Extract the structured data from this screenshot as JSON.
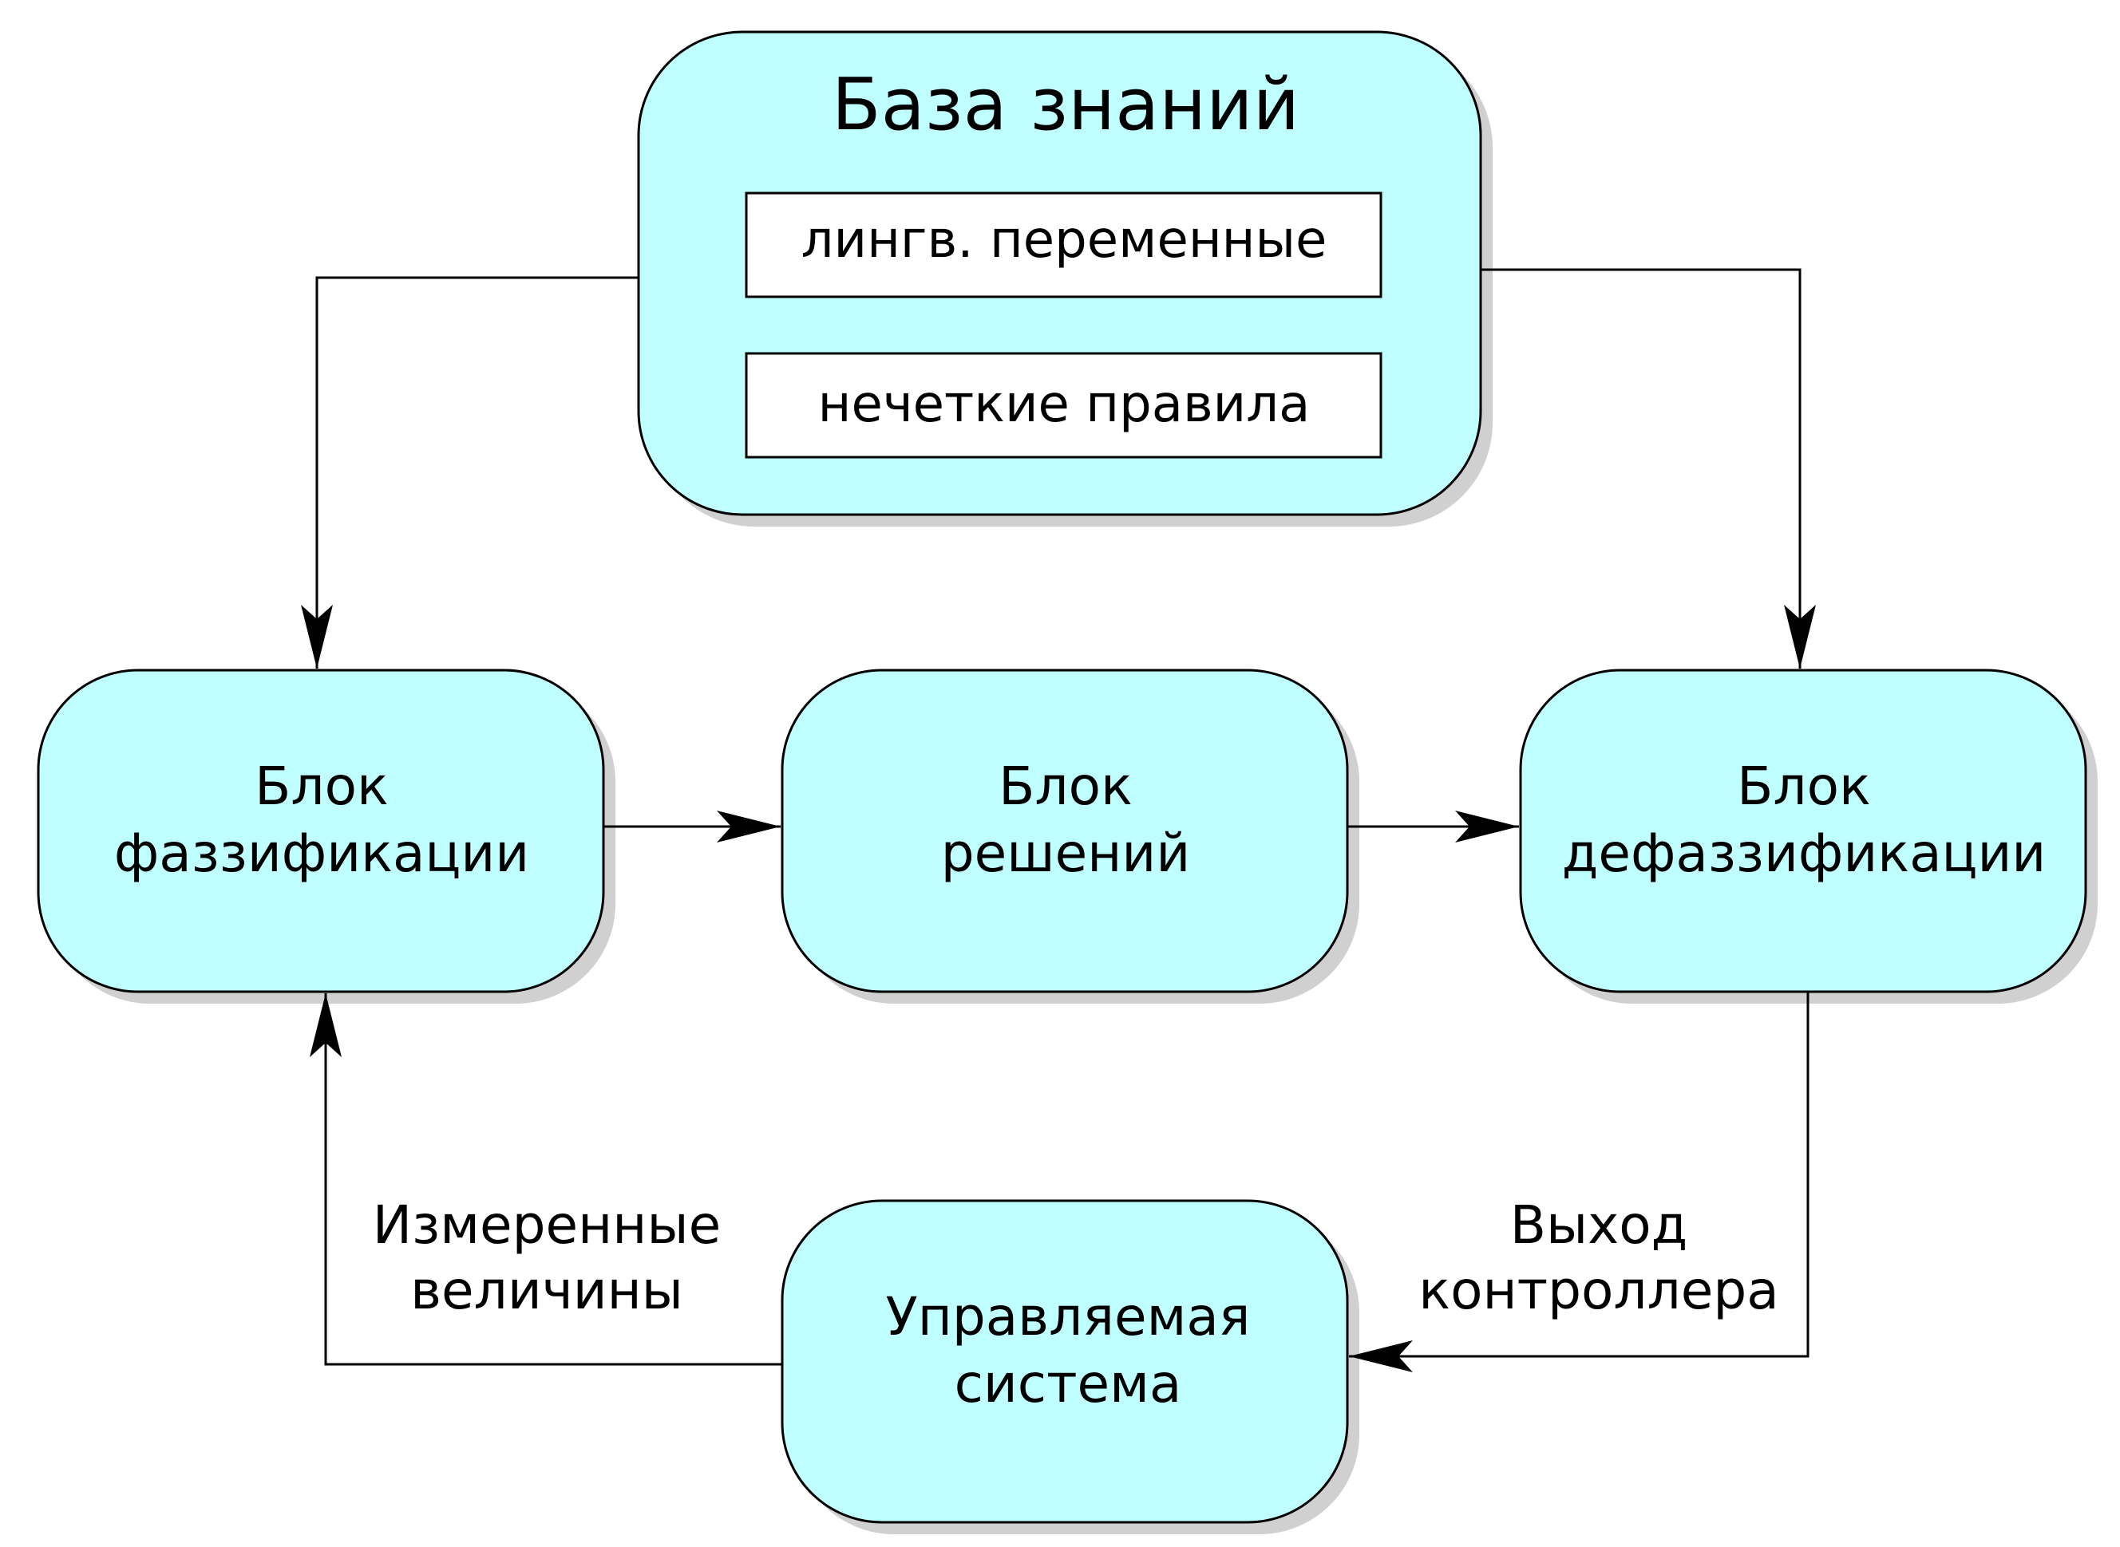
{
  "colors": {
    "node_fill": "#c0ffff",
    "inner_fill": "#ffffff",
    "stroke": "#000000",
    "shadow": "#d0d0d0"
  },
  "knowledge_base": {
    "title": "База знаний",
    "items": [
      "лингв. переменные",
      "нечеткие правила"
    ]
  },
  "nodes": {
    "fuzzification": [
      "Блок",
      "фаззификации"
    ],
    "decision": [
      "Блок",
      "решений"
    ],
    "defuzzification": [
      "Блок",
      "дефаззификации"
    ],
    "plant": [
      "Управляемая",
      "система"
    ]
  },
  "edge_labels": {
    "measured": [
      "Измеренные",
      "величины"
    ],
    "controller_output": [
      "Выход",
      "контроллера"
    ]
  }
}
